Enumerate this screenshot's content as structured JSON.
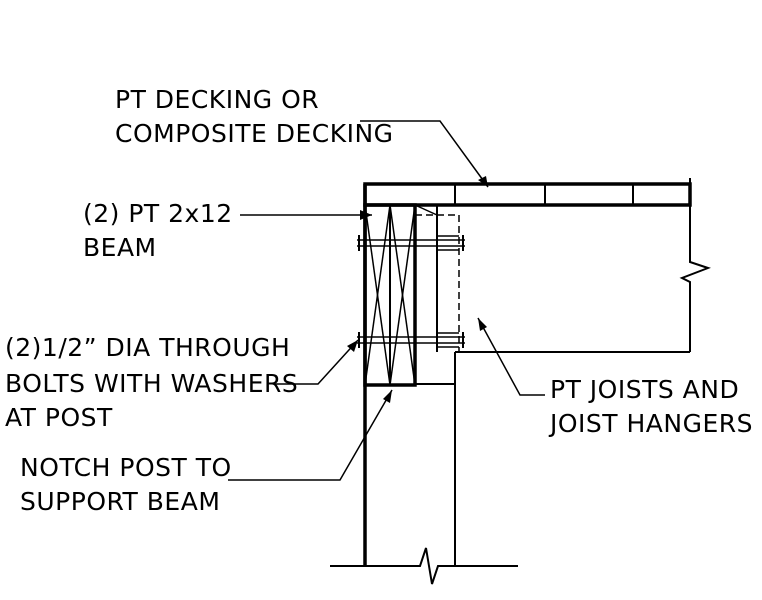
{
  "labels": {
    "decking_line1": "PT DECKING OR",
    "decking_line2": "COMPOSITE DECKING",
    "beam_line1": "(2) PT 2x12",
    "beam_line2": "BEAM",
    "bolts_line1": "(2)1/2” DIA THROUGH",
    "bolts_line2": "BOLTS WITH WASHERS",
    "bolts_line3": "AT POST",
    "notch_line1": "NOTCH POST TO",
    "notch_line2": "SUPPORT BEAM",
    "joists_line1": "PT JOISTS AND",
    "joists_line2": "JOIST HANGERS"
  }
}
